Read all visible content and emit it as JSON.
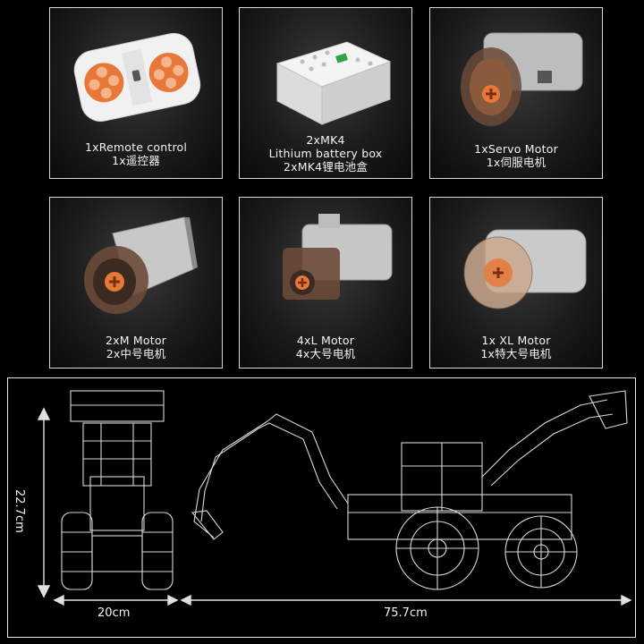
{
  "products": [
    {
      "line1": "1xRemote control",
      "line2": "1x遥控器",
      "icon": "remote-control-icon"
    },
    {
      "line0": "2xMK4",
      "line1": "Lithium battery box",
      "line2": "2xMK4锂电池盒",
      "icon": "battery-box-icon"
    },
    {
      "line1": "1xServo Motor",
      "line2": "1x伺服电机",
      "icon": "servo-motor-icon"
    },
    {
      "line1": "2xM Motor",
      "line2": "2x中号电机",
      "icon": "m-motor-icon"
    },
    {
      "line1": "4xL Motor",
      "line2": "4x大号电机",
      "icon": "l-motor-icon"
    },
    {
      "line1": "1x XL Motor",
      "line2": "1x特大号电机",
      "icon": "xl-motor-icon"
    }
  ],
  "dimensions": {
    "height": "22.7cm",
    "width_front": "20cm",
    "length": "75.7cm"
  },
  "colors": {
    "background": "#000000",
    "accent_orange": "#e8783a",
    "line": "#e6e6e6"
  }
}
